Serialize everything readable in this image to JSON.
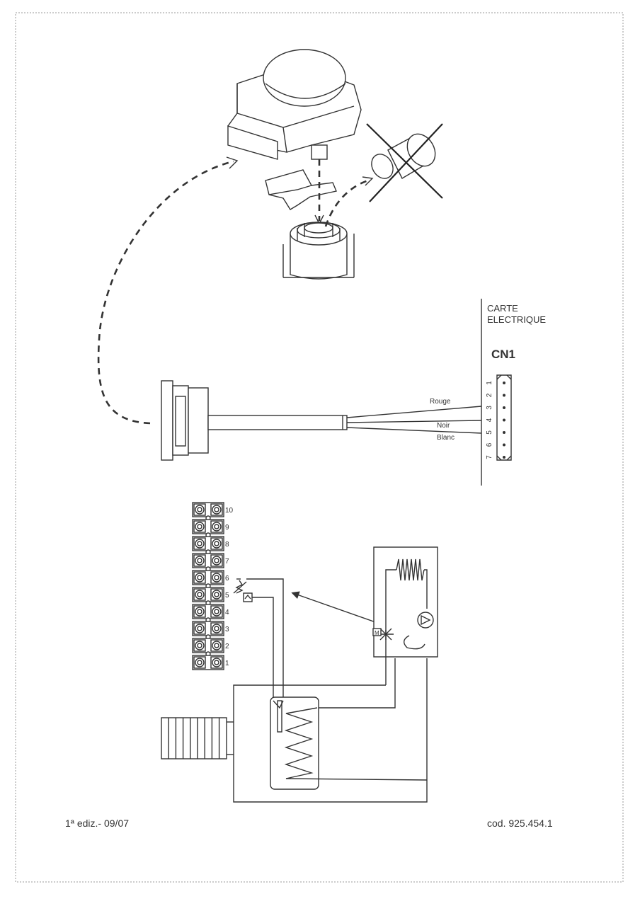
{
  "board": {
    "title_line1": "CARTE",
    "title_line2": "ELECTRIQUE",
    "connector": "CN1",
    "pins": [
      "1",
      "2",
      "3",
      "4",
      "5",
      "6",
      "7"
    ]
  },
  "wires": {
    "red": "Rouge",
    "black": "Noir",
    "white": "Blanc"
  },
  "terminal_block": {
    "labels": [
      "10",
      "9",
      "8",
      "7",
      "6",
      "5",
      "4",
      "3",
      "2",
      "1"
    ]
  },
  "boiler": {
    "valve_motor_label": "M"
  },
  "footer": {
    "edition": "1ª ediz.- 09/07",
    "code": "cod. 925.454.1"
  }
}
